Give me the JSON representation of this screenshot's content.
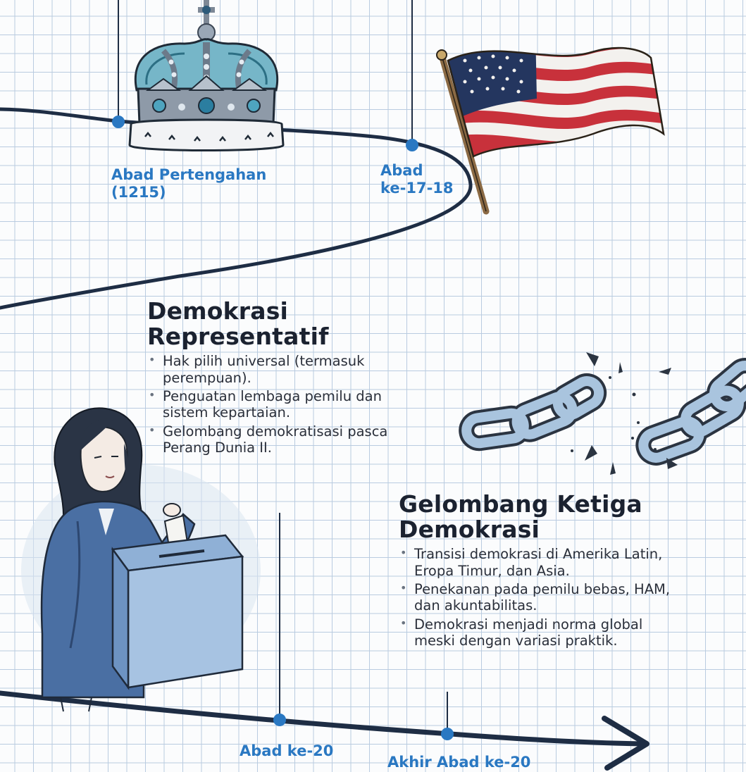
{
  "colors": {
    "timeline": "#1e2d44",
    "marker": "#2a78c2",
    "label": "#2a78c2",
    "heading": "#1b2230"
  },
  "milestones": {
    "medieval": {
      "label_line1": "Abad Pertengahan",
      "label_line2": "(1215)",
      "icon": "crown-icon"
    },
    "c17_18": {
      "label_line1": "Abad",
      "label_line2": "ke-17-18",
      "icon": "us-flag-icon"
    },
    "c20": {
      "label": "Abad ke-20",
      "icon": "voting-woman-illustration"
    },
    "late_c20": {
      "label": "Akhir Abad ke-20",
      "icon": "broken-chain-icon"
    }
  },
  "representative": {
    "title_line1": "Demokrasi",
    "title_line2": "Representatif",
    "bullets": [
      "Hak pilih universal (termasuk perempuan).",
      "Penguatan lembaga pemilu dan sistem kepartaian.",
      "Gelombang demokratisasi pasca Perang Dunia II."
    ]
  },
  "third_wave": {
    "title_line1": "Gelombang Ketiga",
    "title_line2": "Demokrasi",
    "bullets": [
      "Transisi demokrasi di Amerika Latin, Eropa Timur, dan Asia.",
      "Penekanan pada pemilu bebas, HAM, dan akuntabilitas.",
      "Demokrasi menjadi norma global meski dengan variasi praktik."
    ]
  }
}
